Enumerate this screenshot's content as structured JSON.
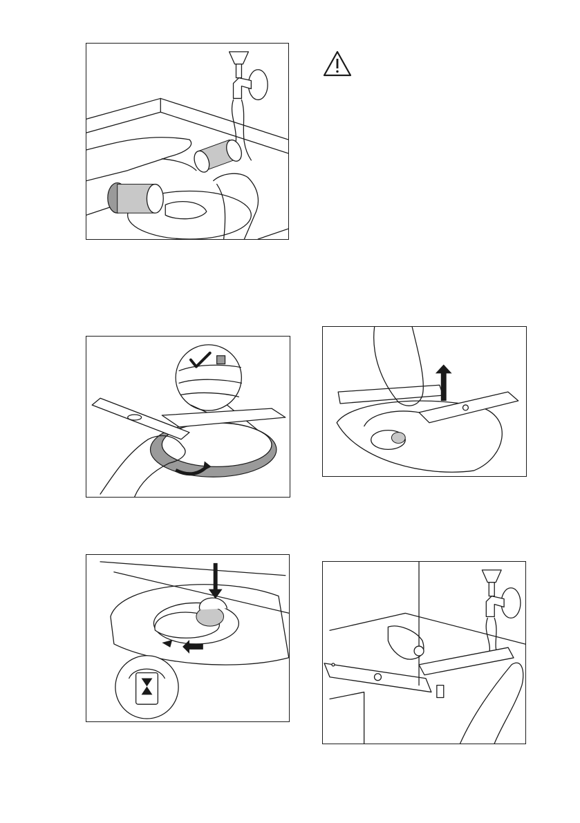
{
  "page": {
    "background": "#ffffff",
    "line_color": "#1a1a1a",
    "accent_gray": "#9a9a9a"
  },
  "icons": {
    "warning": "warning-triangle-icon"
  },
  "figures": [
    {
      "id": "fig1",
      "depicts": "rinsing-filters-under-tap"
    },
    {
      "id": "fig2",
      "depicts": "installing-lower-spray-arm"
    },
    {
      "id": "fig3",
      "depicts": "removing-spray-arm"
    },
    {
      "id": "fig4",
      "depicts": "locking-filter-assembly"
    },
    {
      "id": "fig5",
      "depicts": "cleaning-spray-arm-holes"
    }
  ]
}
